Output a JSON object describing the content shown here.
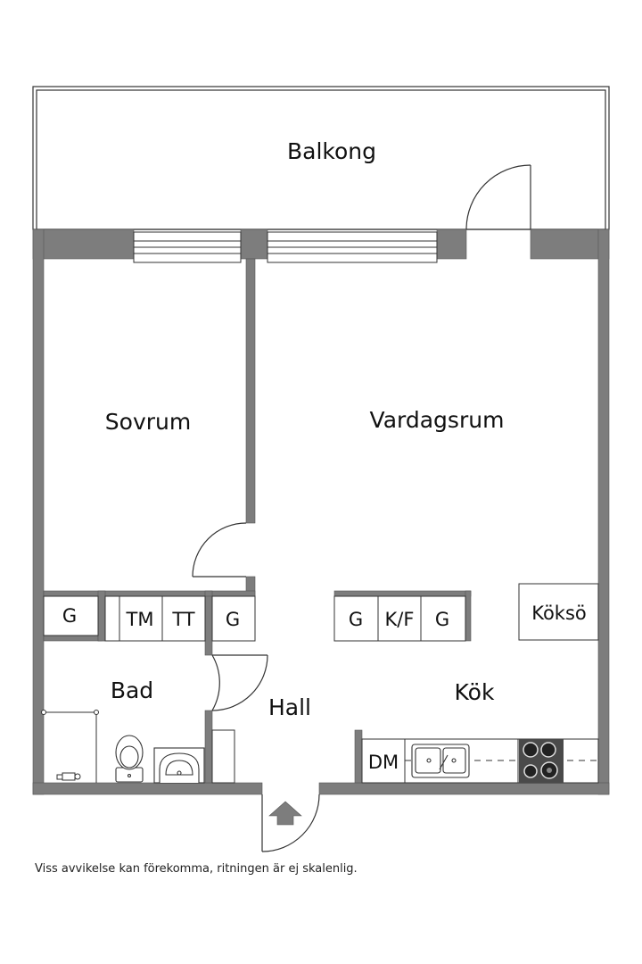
{
  "rooms": {
    "balcony": "Balkong",
    "bedroom": "Sovrum",
    "living": "Vardagsrum",
    "bath": "Bad",
    "hall": "Hall",
    "kitchen": "Kök"
  },
  "fixtures": {
    "wardrobe_bedroom": "G",
    "washer": "TM",
    "dryer": "TT",
    "wardrobe_hall": "G",
    "wardrobe_kitchen_1": "G",
    "fridge_freezer": "K/F",
    "wardrobe_kitchen_2": "G",
    "kitchen_island": "Köksö",
    "dishwasher": "DM"
  },
  "footer": {
    "disclaimer": "Viss avvikelse kan förekomma, ritningen är ej skalenlig."
  },
  "colors": {
    "wall": "#7d7d7d",
    "wall_edge": "#555555",
    "line": "#333333",
    "background": "#ffffff"
  }
}
